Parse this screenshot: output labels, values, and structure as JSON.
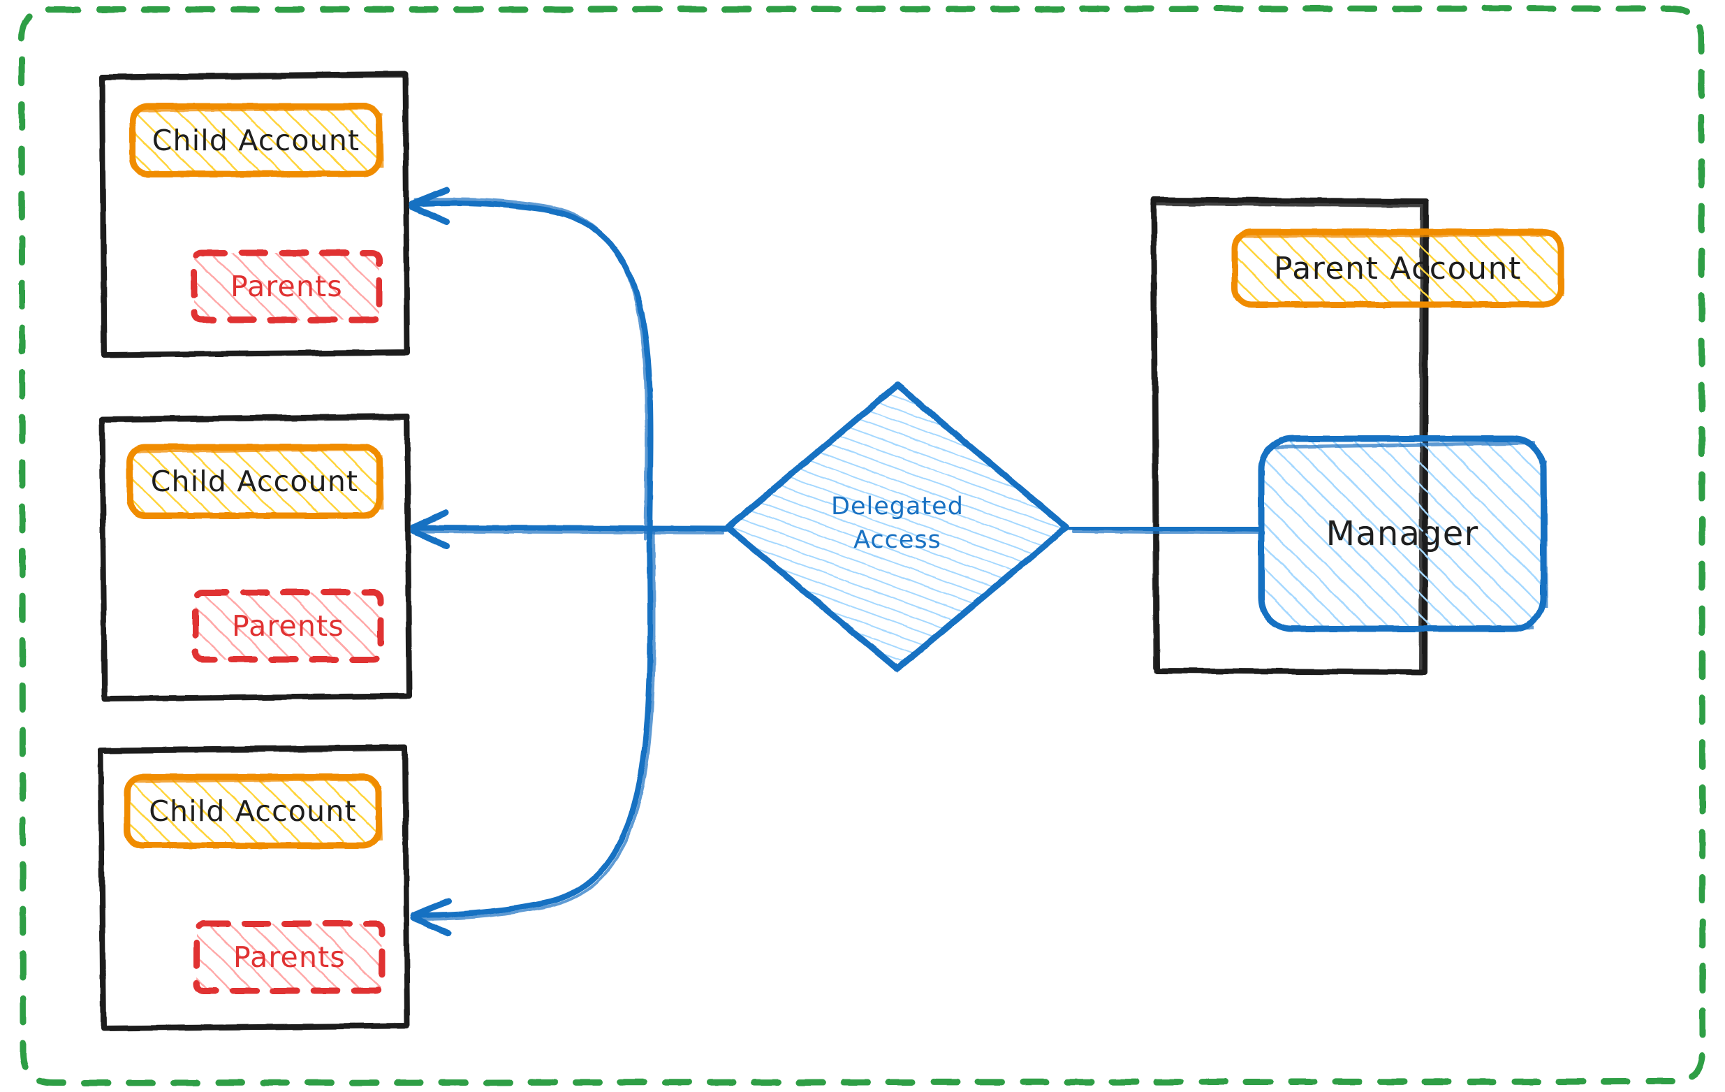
{
  "diagram": {
    "title": "Delegated Access between Parent Account and Child Accounts",
    "style": "hand-drawn sketch (excalidraw)",
    "colors": {
      "background": "#ffffff",
      "boundary_green": "#2f9e44",
      "container_black": "#1e1e1e",
      "account_orange_stroke": "#f08c00",
      "account_yellow_fill": "#ffec99",
      "parents_red_stroke": "#e03131",
      "parents_red_fill": "#ffc9c9",
      "connector_blue": "#1971c2",
      "manager_blue_fill": "#a5d8ff"
    },
    "boundary": {
      "name": "outer-boundary",
      "stroke": "#2f9e44",
      "dashed": true
    }
  },
  "child_accounts": [
    {
      "container": "child-account-container-1",
      "account_label": "Child Account",
      "parents_label": "Parents"
    },
    {
      "container": "child-account-container-2",
      "account_label": "Child Account",
      "parents_label": "Parents"
    },
    {
      "container": "child-account-container-3",
      "account_label": "Child Account",
      "parents_label": "Parents"
    }
  ],
  "delegated_node": {
    "shape": "diamond",
    "label_line1": "Delegated",
    "label_line2": "Access",
    "stroke": "#1971c2",
    "fill": "#a5d8ff"
  },
  "parent_account_group": {
    "container": "parent-account-container",
    "account_label": "Parent Account",
    "manager_label": "Manager"
  },
  "connectors": [
    {
      "name": "delegated-to-child-1",
      "from": "Delegated Access",
      "to": "Child Account 1",
      "arrow": "left"
    },
    {
      "name": "delegated-to-child-2",
      "from": "Delegated Access",
      "to": "Child Account 2",
      "arrow": "left"
    },
    {
      "name": "delegated-to-child-3",
      "from": "Delegated Access",
      "to": "Child Account 3",
      "arrow": "left"
    },
    {
      "name": "manager-to-delegated",
      "from": "Manager",
      "to": "Delegated Access",
      "arrow": "none"
    }
  ]
}
